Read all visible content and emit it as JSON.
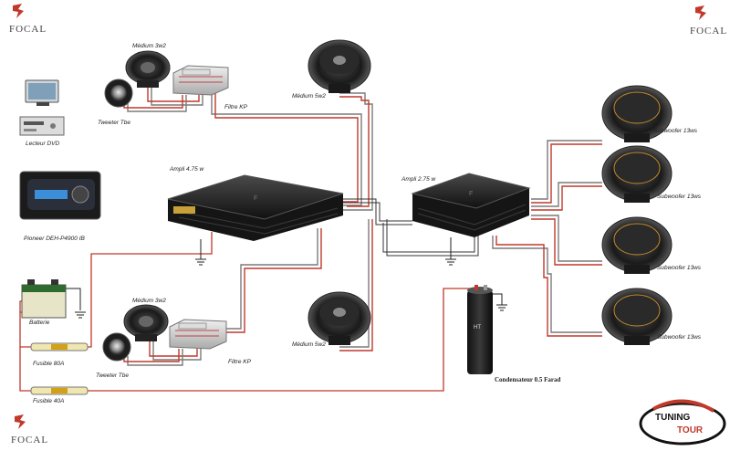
{
  "brand": "FOCAL",
  "colors": {
    "power": "#c0392b",
    "rca": "#333333",
    "speaker": "#7a7a7a",
    "ground": "#222222"
  },
  "labels": {
    "medium_top": "Médium 3w2",
    "tweeter_top": "Tweeter Tbe",
    "filter_top": "Filtre KP",
    "medium5_top": "Médium 5w2",
    "dvd": "Lecteur DVD",
    "amp1": "Ampli 4.75 w",
    "pioneer": "Pioneer DEH-P4900 IB",
    "battery": "Batterie",
    "medium_bot": "Médium 3w2",
    "tweeter_bot": "Tweeter Tbe",
    "filter_bot": "Filtre KP",
    "medium5_bot": "Médium 5w2",
    "fuse80": "Fusible 80A",
    "fuse40": "Fusible 40A",
    "amp2": "Ampli 2.75 w",
    "sub1": "Subwoofer 13ws",
    "sub2": "Subwoofer 13ws",
    "sub3": "Subwoofer 13ws",
    "sub4": "Subwoofer 13ws",
    "capacitor": "Condensateur 0.5 Farad"
  }
}
